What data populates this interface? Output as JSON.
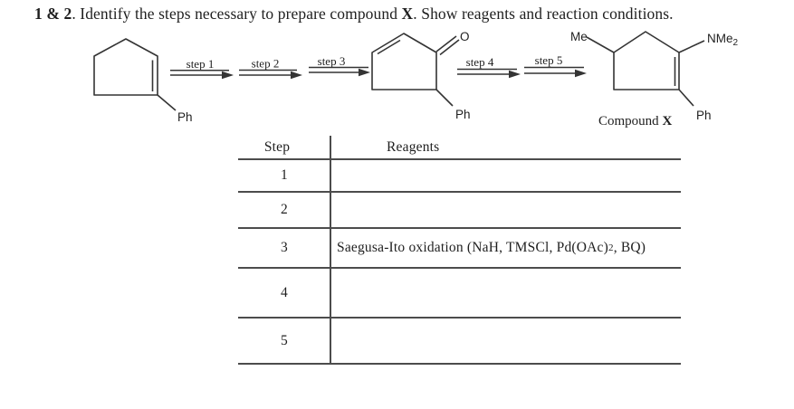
{
  "title": {
    "numbers": "1 & 2",
    "body": ". Identify the steps necessary to prepare compound ",
    "compound": "X",
    "tail": ". Show reagents and reaction conditions."
  },
  "scheme": {
    "arrows": [
      {
        "label": "step 1"
      },
      {
        "label": "step 2"
      },
      {
        "label": "step 3"
      },
      {
        "label": "step 4"
      },
      {
        "label": "step 5"
      }
    ],
    "reactant": {
      "substituent": "Ph"
    },
    "intermediate": {
      "oxygen": "O",
      "substituent": "Ph"
    },
    "product": {
      "methyl": "Me",
      "amine_base": "NMe",
      "amine_sub": "2",
      "substituent": "Ph",
      "caption_prefix": "Compound ",
      "caption_x": "X"
    }
  },
  "table": {
    "header": {
      "step": "Step",
      "reagents": "Reagents"
    },
    "rows": [
      {
        "step": "1",
        "reagents_pre": "",
        "reagents_sub": "",
        "reagents_post": ""
      },
      {
        "step": "2",
        "reagents_pre": "",
        "reagents_sub": "",
        "reagents_post": ""
      },
      {
        "step": "3",
        "reagents_pre": "Saegusa-Ito oxidation (NaH, TMSCl, Pd(OAc)",
        "reagents_sub": "2",
        "reagents_post": ", BQ)"
      },
      {
        "step": "4",
        "reagents_pre": "",
        "reagents_sub": "",
        "reagents_post": ""
      },
      {
        "step": "5",
        "reagents_pre": "",
        "reagents_sub": "",
        "reagents_post": ""
      }
    ]
  },
  "colors": {
    "ink": "#1f1f1f",
    "bond_line": "#343434",
    "table_line": "#4c4c4c",
    "background": "#ffffff"
  }
}
